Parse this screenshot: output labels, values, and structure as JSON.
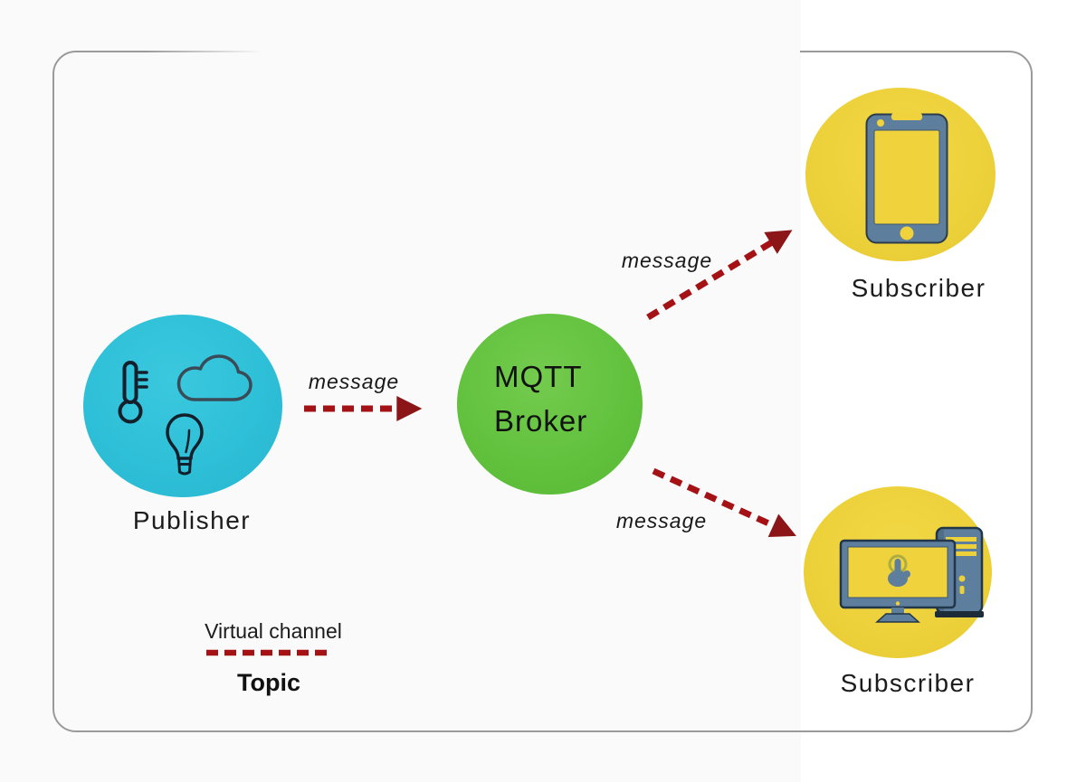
{
  "diagram": {
    "nodes": {
      "publisher": {
        "label": "Publisher",
        "color": "#2EC0D8",
        "icons": [
          "thermometer-icon",
          "cloud-icon",
          "lightbulb-icon"
        ]
      },
      "broker": {
        "label": "MQTT Broker",
        "line1": "MQTT",
        "line2": "Broker",
        "color": "#62C23E"
      },
      "subscriber_top": {
        "label": "Subscriber",
        "color": "#EDD13B",
        "icon": "smartphone-icon"
      },
      "subscriber_bottom": {
        "label": "Subscriber",
        "color": "#EDD13B",
        "icon": "desktop-computer-icon"
      }
    },
    "arrows": {
      "color": "#A51216",
      "head_color": "#8C1518",
      "publisher_to_broker": {
        "label": "message"
      },
      "broker_to_subscriber_top": {
        "label": "message"
      },
      "broker_to_subscriber_bottom": {
        "label": "message"
      }
    },
    "legend": {
      "label": "Virtual channel",
      "sublabel": "Topic",
      "line_color": "#A51216"
    }
  }
}
